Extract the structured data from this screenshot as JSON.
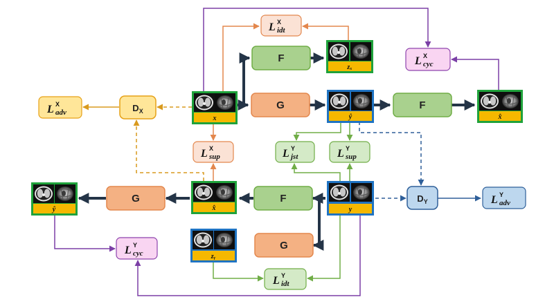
{
  "colors": {
    "orange_fill": "#f4b183",
    "orange_line": "#e3874d",
    "green_fill": "#a9d18e",
    "green_line": "#70ad47",
    "yellow_fill": "#ffe699",
    "yellow_line": "#e6a117",
    "blue_fill": "#bdd7ee",
    "blue_line": "#2e5f99",
    "pink_fill": "#f9d5f2",
    "pink_line": "#8e44ad",
    "lossgreen_fill": "#d4eac7",
    "lossorange_fill": "#fbe2d5",
    "frame_green": "#1fa23b",
    "frame_blue": "#1f73c2",
    "caption_bar": "#f5b800",
    "dark_arrow": "#243447"
  },
  "generators": {
    "f_top": "F",
    "g_mid": "G",
    "f_right": "F",
    "g_left": "G",
    "f_mid": "F",
    "g_bottom": "G"
  },
  "discriminators": {
    "dx": {
      "base": "D",
      "sub": "X"
    },
    "dy": {
      "base": "D",
      "sub": "Y"
    }
  },
  "losses": {
    "l_idt_x": {
      "base": "L",
      "sup": "X",
      "sub": "idt"
    },
    "l_cyc_x": {
      "base": "L",
      "sup": "X",
      "sub": "cyc"
    },
    "l_adv_x": {
      "base": "L",
      "sup": "X",
      "sub": "adv"
    },
    "l_sup_x": {
      "base": "L",
      "sup": "X",
      "sub": "sup"
    },
    "l_jst_y": {
      "base": "L",
      "sup": "Y",
      "sub": "jst"
    },
    "l_sup_y": {
      "base": "L",
      "sup": "Y",
      "sub": "sup"
    },
    "l_adv_y": {
      "base": "L",
      "sup": "Y",
      "sub": "adv"
    },
    "l_cyc_y": {
      "base": "L",
      "sup": "Y",
      "sub": "cyc"
    },
    "l_idt_y": {
      "base": "L",
      "sup": "Y",
      "sub": "idt"
    }
  },
  "images": {
    "zx": "zₓ",
    "x": "x",
    "yhat": "ŷ",
    "xhat_right": "x̂",
    "yhat_left": "ŷ",
    "xhat_mid": "x̂",
    "y": "y",
    "zy": "zᵧ"
  }
}
